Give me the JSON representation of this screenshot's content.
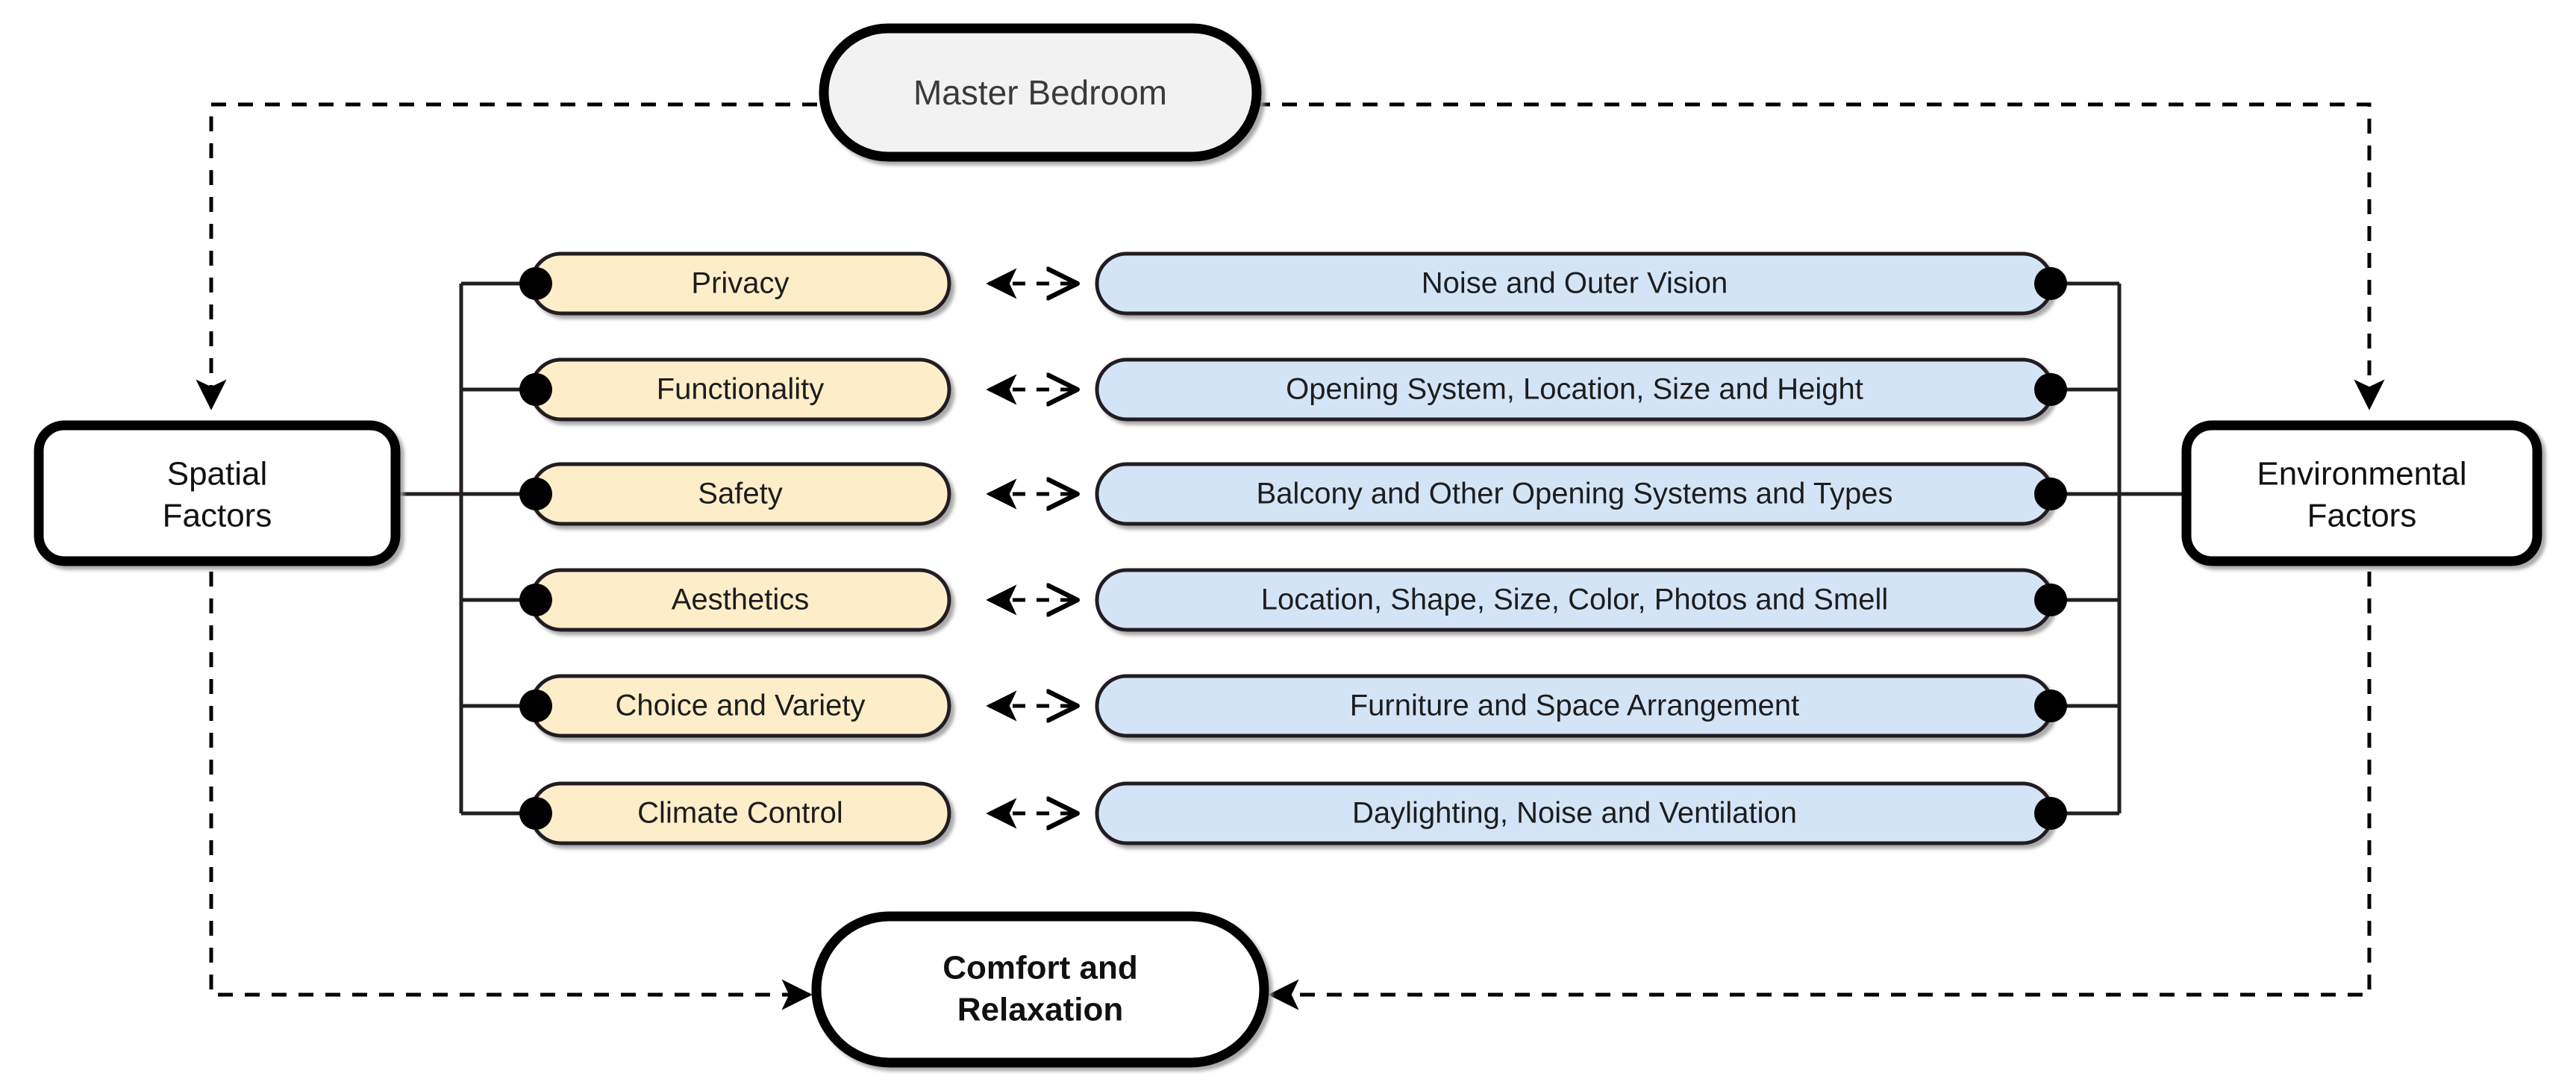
{
  "diagram": {
    "title_node": {
      "label": "Master Bedroom",
      "fill": "#f2f2f2",
      "stroke": "#000000"
    },
    "bottom_node": {
      "label_line1": "Comfort and",
      "label_line2": "Relaxation",
      "fill": "#ffffff",
      "stroke": "#000000"
    },
    "left_anchor": {
      "label_line1": "Spatial",
      "label_line2": "Factors",
      "fill": "#ffffff",
      "stroke": "#000000"
    },
    "right_anchor": {
      "label_line1": "Environmental",
      "label_line2": "Factors",
      "fill": "#ffffff",
      "stroke": "#000000"
    },
    "colors": {
      "spatial_pill_fill": "#fdeec9",
      "spatial_pill_stroke": "#231f20",
      "environmental_pill_fill": "#d4e4f7",
      "environmental_pill_stroke": "#231f20",
      "connector": "#231f20",
      "dashed_flow": "#000000",
      "background": "#ffffff"
    },
    "rows": [
      {
        "spatial": "Privacy",
        "environmental": "Noise and Outer Vision"
      },
      {
        "spatial": "Functionality",
        "environmental": "Opening System, Location, Size and Height"
      },
      {
        "spatial": "Safety",
        "environmental": "Balcony and Other Opening Systems and Types"
      },
      {
        "spatial": "Aesthetics",
        "environmental": "Location, Shape, Size, Color, Photos and Smell"
      },
      {
        "spatial": "Choice and Variety",
        "environmental": "Furniture and Space Arrangement"
      },
      {
        "spatial": "Climate Control",
        "environmental": "Daylighting, Noise and Ventilation"
      }
    ],
    "relations": {
      "row_link_style": "dashed-bidirectional",
      "master_to_spatial": "dashed-arrow-down",
      "master_to_environmental": "dashed-arrow-down",
      "spatial_to_comfort": "dashed-arrow-right",
      "environmental_to_comfort": "dashed-arrow-left"
    }
  }
}
